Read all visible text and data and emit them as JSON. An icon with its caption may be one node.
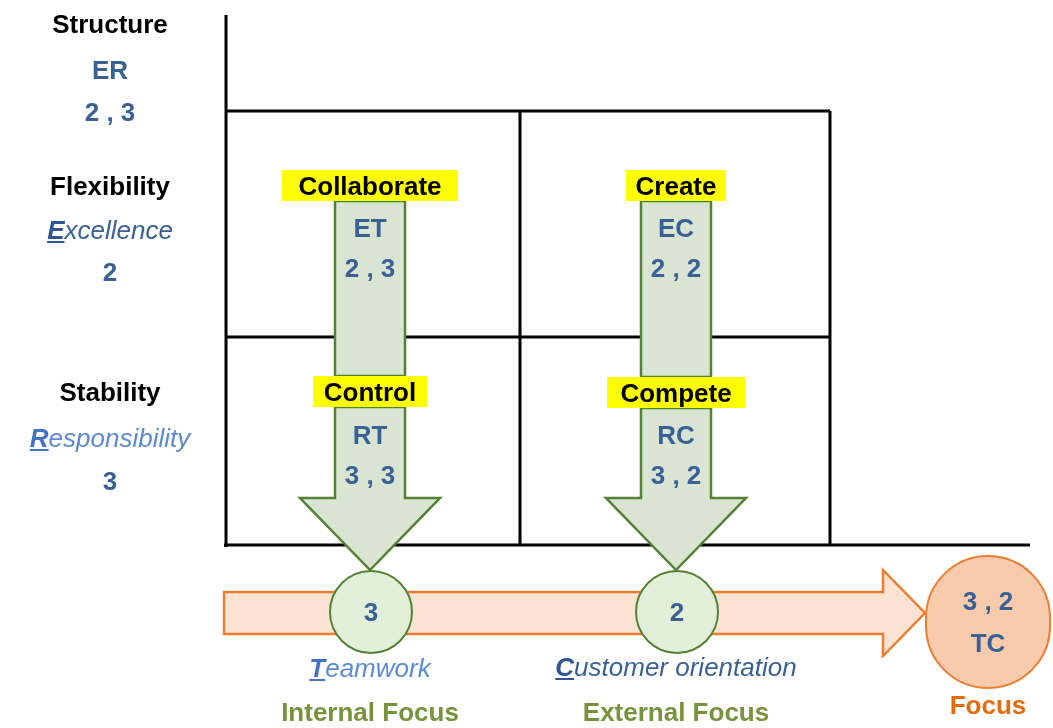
{
  "diagram": {
    "nodes": [
      {
        "text": [
          "Collaborate"
        ]
      },
      {
        "text": [
          "Control"
        ]
      },
      {
        "text": [
          "Create"
        ]
      },
      {
        "text": [
          "Compete"
        ]
      },
      {
        "text": [
          "3"
        ],
        "beside": [
          "Teamwork",
          "Internal Focus"
        ]
      },
      {
        "text": [
          "2"
        ],
        "beside": [
          "Customer orientation",
          "External Focus"
        ]
      },
      {
        "text": [
          "3 , 2",
          "TC"
        ],
        "beside": [
          "Focus"
        ]
      }
    ],
    "edges": [
      {
        "from": 0,
        "to": 1,
        "arrow": "none",
        "style": "thick",
        "color": "#548235"
      },
      {
        "from": 1,
        "to": 4,
        "arrow": "to",
        "style": "thick",
        "color": "#548235"
      },
      {
        "from": 2,
        "to": 3,
        "arrow": "none",
        "style": "thick",
        "color": "#548235"
      },
      {
        "from": 3,
        "to": 5,
        "arrow": "to",
        "style": "thick",
        "color": "#548235"
      },
      {
        "from": null,
        "to": 6,
        "arrow": "to",
        "style": "thick",
        "color": "#ed7d31"
      }
    ],
    "labels": [
      "Structure",
      "ER",
      "2 , 3",
      "Flexibility",
      "Excellence",
      "2",
      "ET",
      "2 , 3",
      "EC",
      "2 , 2",
      "Stability",
      "Responsibility",
      "3",
      "RT",
      "3 , 3",
      "RC",
      "3 , 2"
    ]
  }
}
